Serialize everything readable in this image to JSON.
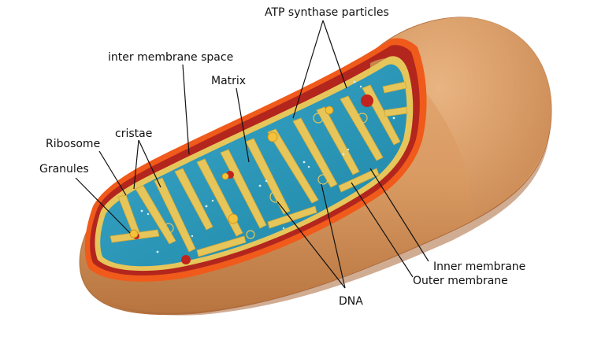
{
  "labels": {
    "atp_synthase": "ATP synthase particles",
    "inter_membrane_space": "inter membrane space",
    "matrix": "Matrix",
    "cristae": "cristae",
    "ribosome": "Ribosome",
    "granules": "Granules",
    "inner_membrane": "Inner membrane",
    "outer_membrane": "Outer membrane",
    "dna": "DNA"
  },
  "colors": {
    "outer_body": "#d99a62",
    "outer_shadow": "#b87545",
    "cut_face": "#c8844c",
    "intermembrane_space": "#b3261e",
    "outer_membrane_edge": "#f05a1a",
    "inner_membrane": "#e6c65a",
    "matrix": "#2c97ba",
    "granule": "#c0241c",
    "ribosome": "#f3c13a"
  }
}
